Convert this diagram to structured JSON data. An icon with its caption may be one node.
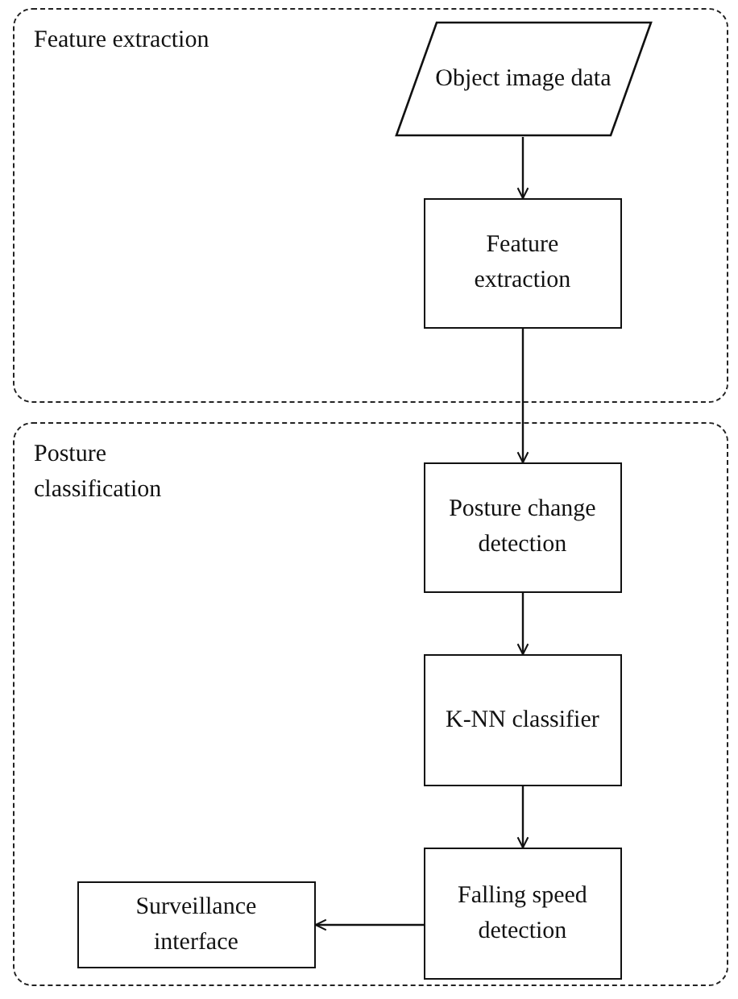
{
  "diagram": {
    "nodes": [
      {
        "text": [
          "Feature extraction"
        ]
      },
      {
        "text": [
          "Object image data"
        ],
        "in": 0
      },
      {
        "text": [
          "Feature extraction"
        ],
        "in": 0
      },
      {
        "text": [
          "Posture classification"
        ]
      },
      {
        "text": [
          "Posture change detection"
        ],
        "in": 3
      },
      {
        "text": [
          "K-NN classifier"
        ],
        "in": 3
      },
      {
        "text": [
          "Falling speed detection"
        ],
        "in": 3
      },
      {
        "text": [
          "Surveillance interface"
        ],
        "in": 3
      }
    ],
    "edges": [
      {
        "from": 1,
        "to": 2,
        "arrow": "to"
      },
      {
        "from": 2,
        "to": 4,
        "arrow": "to"
      },
      {
        "from": 4,
        "to": 5,
        "arrow": "to"
      },
      {
        "from": 5,
        "to": 6,
        "arrow": "to"
      },
      {
        "from": 6,
        "to": 7,
        "arrow": "to"
      }
    ]
  }
}
